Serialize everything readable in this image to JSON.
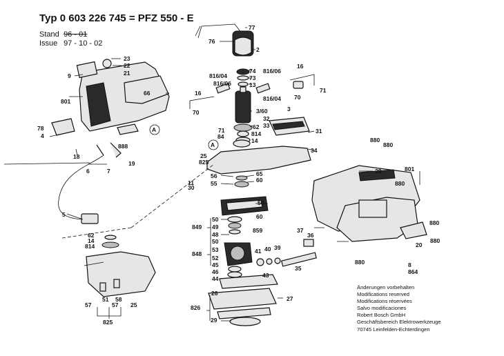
{
  "header": {
    "title": "Typ 0 603 226 745 = PFZ 550 - E",
    "stand_label": "Stand",
    "stand_value": "96 - 01",
    "issue_label": "Issue",
    "issue_value": "97 - 10 - 02"
  },
  "notes": [
    "Änderungen vorbehalten",
    "Modifications reserved",
    "Modifications réservées",
    "Salvo modificaciones",
    "Robert Bosch GmbH",
    "Geschäftsbereich Elektrowerkzeuge",
    "70745 Leinfelden-Echterdingen"
  ],
  "callouts": {
    "c77": "77",
    "c76": "76",
    "c2": "2",
    "c23": "23",
    "c22": "22",
    "c21": "21",
    "c9": "9",
    "c66": "66",
    "c801a": "801",
    "c78": "78",
    "c4": "4",
    "c888": "888",
    "c18": "18",
    "c6": "6",
    "c7": "7",
    "c19": "19",
    "c5": "5",
    "c74": "74",
    "c73": "73",
    "c13": "13",
    "c816_04a": "816/04",
    "c816_06a": "816/06",
    "c816_06b": "816/06",
    "c816_04b": "816/04",
    "c16a": "16",
    "c16b": "16",
    "c70a": "70",
    "c70b": "70",
    "c71a": "71",
    "c71b": "71",
    "c3_60": "3/60",
    "c3": "3",
    "c62a": "62",
    "c814a": "814",
    "c84": "84",
    "c14a": "14",
    "c32": "32",
    "c33": "33",
    "c31": "31",
    "c34": "34",
    "c25a": "25",
    "c825a": "825",
    "c65": "65",
    "c60a": "60",
    "c56": "56",
    "c55": "55",
    "c30": "30",
    "c11": "11",
    "c54": "54",
    "c60b": "60",
    "c859": "859",
    "c849": "849",
    "c50a": "50",
    "c49": "49",
    "c48": "48",
    "c50b": "50",
    "c53": "53",
    "c848": "848",
    "c52": "52",
    "c45": "45",
    "c46": "46",
    "c44": "44",
    "c41": "41",
    "c40": "40",
    "c39": "39",
    "c43": "43",
    "c35": "35",
    "c37": "37",
    "c36": "36",
    "c62b": "62",
    "c14b": "14",
    "c814b": "814",
    "c57a": "57",
    "c51": "51",
    "c58": "58",
    "c57b": "57",
    "c25b": "25",
    "c825b": "825",
    "c826": "826",
    "c26": "26",
    "c27": "27",
    "c29": "29",
    "c880a": "880",
    "c28": "28",
    "c801b": "801",
    "c880b": "880",
    "c880c": "880",
    "c20": "20",
    "c880d": "880",
    "c880e": "880",
    "c864": "864",
    "c880f": "880",
    "c8": "8",
    "cA1": "A",
    "cA2": "A"
  }
}
